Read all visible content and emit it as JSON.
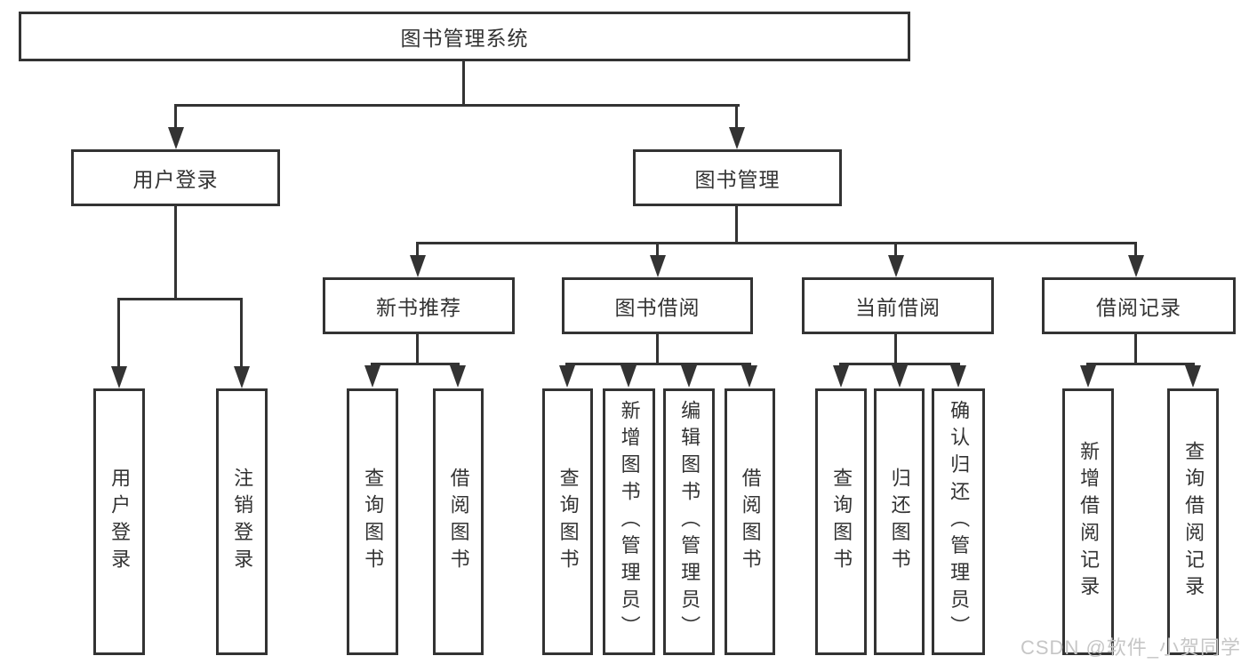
{
  "diagram": {
    "title": "图书管理系统",
    "root": {
      "label": "图书管理系统"
    },
    "level2": [
      {
        "label": "用户登录"
      },
      {
        "label": "图书管理"
      }
    ],
    "level3": [
      {
        "label": "新书推荐"
      },
      {
        "label": "图书借阅"
      },
      {
        "label": "当前借阅"
      },
      {
        "label": "借阅记录"
      }
    ],
    "leaves": [
      {
        "label": "用户登录"
      },
      {
        "label": "注销登录"
      },
      {
        "label": "查询图书"
      },
      {
        "label": "借阅图书"
      },
      {
        "label": "查询图书"
      },
      {
        "label": "新增图书（管理员）"
      },
      {
        "label": "编辑图书（管理员）"
      },
      {
        "label": "借阅图书"
      },
      {
        "label": "查询图书"
      },
      {
        "label": "归还图书"
      },
      {
        "label": "确认归还（管理员）"
      },
      {
        "label": "新增借阅记录"
      },
      {
        "label": "查询借阅记录"
      }
    ],
    "watermark": "CSDN @软件_小贺同学",
    "colors": {
      "line": "#333333",
      "text": "#333333",
      "watermark": "#c6c6c6",
      "background": "#ffffff"
    }
  }
}
